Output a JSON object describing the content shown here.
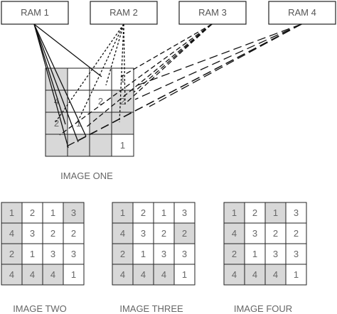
{
  "colors": {
    "shaded": "#d8d8d8",
    "plain": "#ffffff",
    "stroke": "#222222"
  },
  "rams": [
    "RAM 1",
    "RAM 2",
    "RAM 3",
    "RAM 4"
  ],
  "image_one": {
    "caption": "IMAGE ONE",
    "cells": [
      [
        "",
        "",
        "",
        "1"
      ],
      [
        "4",
        "",
        "2",
        "2"
      ],
      [
        "2",
        "1",
        "",
        ""
      ],
      [
        "",
        "",
        "",
        "1"
      ]
    ],
    "shaded": [
      [
        true,
        false,
        false,
        false
      ],
      [
        true,
        false,
        false,
        true
      ],
      [
        true,
        false,
        true,
        true
      ],
      [
        true,
        true,
        true,
        false
      ]
    ]
  },
  "images": [
    {
      "caption": "IMAGE TWO",
      "cells": [
        [
          "1",
          "2",
          "1",
          "3"
        ],
        [
          "4",
          "3",
          "2",
          "2"
        ],
        [
          "2",
          "1",
          "3",
          "3"
        ],
        [
          "4",
          "4",
          "4",
          "1"
        ]
      ],
      "shaded": [
        [
          true,
          false,
          false,
          true
        ],
        [
          true,
          false,
          false,
          false
        ],
        [
          true,
          false,
          false,
          false
        ],
        [
          true,
          true,
          true,
          false
        ]
      ]
    },
    {
      "caption": "IMAGE THREE",
      "cells": [
        [
          "1",
          "2",
          "1",
          "3"
        ],
        [
          "4",
          "3",
          "2",
          "2"
        ],
        [
          "2",
          "1",
          "3",
          "3"
        ],
        [
          "4",
          "4",
          "4",
          "1"
        ]
      ],
      "shaded": [
        [
          true,
          false,
          false,
          false
        ],
        [
          true,
          false,
          false,
          true
        ],
        [
          true,
          false,
          false,
          false
        ],
        [
          true,
          true,
          true,
          false
        ]
      ]
    },
    {
      "caption": "IMAGE FOUR",
      "cells": [
        [
          "1",
          "2",
          "1",
          "3"
        ],
        [
          "4",
          "3",
          "2",
          "2"
        ],
        [
          "2",
          "1",
          "3",
          "3"
        ],
        [
          "4",
          "4",
          "4",
          "1"
        ]
      ],
      "shaded": [
        [
          true,
          false,
          true,
          false
        ],
        [
          true,
          false,
          false,
          false
        ],
        [
          true,
          false,
          false,
          false
        ],
        [
          true,
          true,
          true,
          false
        ]
      ]
    }
  ],
  "connections": [
    {
      "from": "RAM 1",
      "style": "solid"
    },
    {
      "from": "RAM 2",
      "style": "dotted"
    },
    {
      "from": "RAM 3",
      "style": "short-dash"
    },
    {
      "from": "RAM 4",
      "style": "long-dash"
    }
  ]
}
